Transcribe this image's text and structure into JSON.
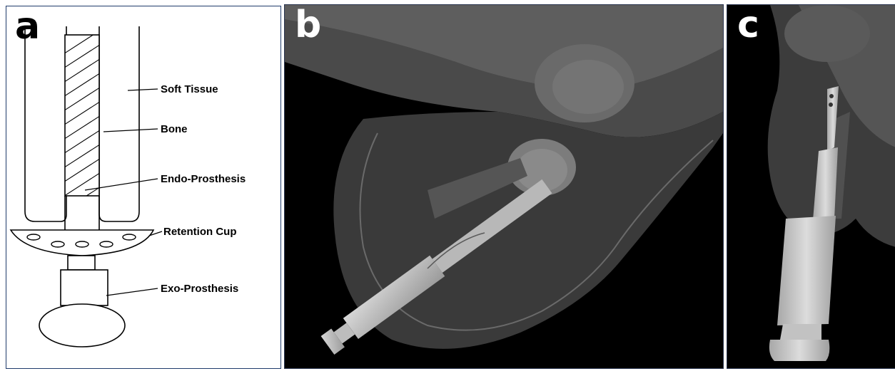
{
  "panels": [
    {
      "letter": "a",
      "kind": "schematic"
    },
    {
      "letter": "b",
      "kind": "x-ray"
    },
    {
      "letter": "c",
      "kind": "x-ray"
    }
  ],
  "labels": {
    "soft_tissue": "Soft Tissue",
    "bone": "Bone",
    "endo_prosthesis": "Endo-Prosthesis",
    "retention_cup": "Retention Cup",
    "exo_prosthesis": "Exo-Prosthesis"
  },
  "colors": {
    "panel_a_border": "#1f3b6b",
    "panel_a_letter": "#000000",
    "xray_letter": "#ffffff",
    "implant": "#bdbdbd"
  }
}
